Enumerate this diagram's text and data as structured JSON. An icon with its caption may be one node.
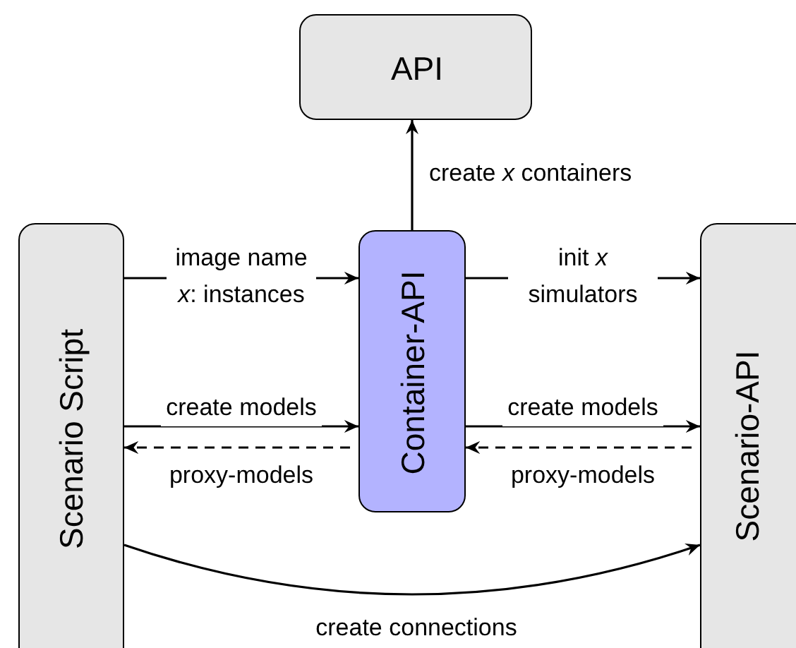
{
  "diagram": {
    "nodes": [
      {
        "text": [
          "API"
        ]
      },
      {
        "text": [
          "Scenario Script"
        ]
      },
      {
        "text": [
          "Container-API"
        ]
      },
      {
        "text": [
          "Scenario-API"
        ]
      }
    ],
    "edges": [
      {
        "from": 2,
        "to": 0,
        "arrow": "to",
        "label": "create *x* containers"
      },
      {
        "from": 1,
        "to": 2,
        "arrow": "to",
        "label": "image name *x*: instances"
      },
      {
        "from": 2,
        "to": 3,
        "arrow": "to",
        "label": "init *x* simulators"
      },
      {
        "from": 1,
        "to": 2,
        "arrow": "to",
        "label": "create models"
      },
      {
        "from": 2,
        "to": 1,
        "arrow": "to",
        "label": "proxy-models",
        "style": "dashed"
      },
      {
        "from": 2,
        "to": 3,
        "arrow": "to",
        "label": "create models"
      },
      {
        "from": 3,
        "to": 2,
        "arrow": "to",
        "label": "proxy-models",
        "style": "dashed"
      },
      {
        "from": 1,
        "to": 3,
        "arrow": "to",
        "label": "create connections"
      }
    ]
  }
}
